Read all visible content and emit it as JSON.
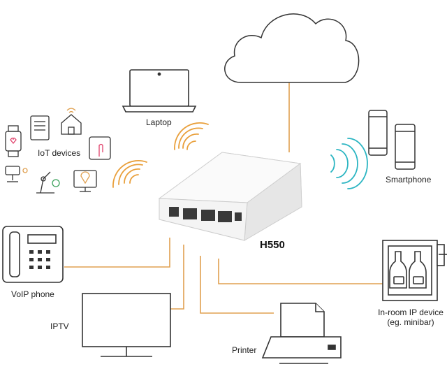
{
  "labels": {
    "laptop": "Laptop",
    "iot": "IoT devices",
    "smartphone": "Smartphone",
    "model": "H550",
    "voip": "VoIP phone",
    "iptv": "IPTV",
    "printer": "Printer",
    "inroom_line1": "In-room IP device",
    "inroom_line2": "(eg. minibar)"
  },
  "colors": {
    "line": "#e0a050",
    "wifi_orange": "#e9a03c",
    "wifi_teal": "#2bb5c2",
    "outline": "#333333",
    "iot_accent": "#e0406a"
  }
}
